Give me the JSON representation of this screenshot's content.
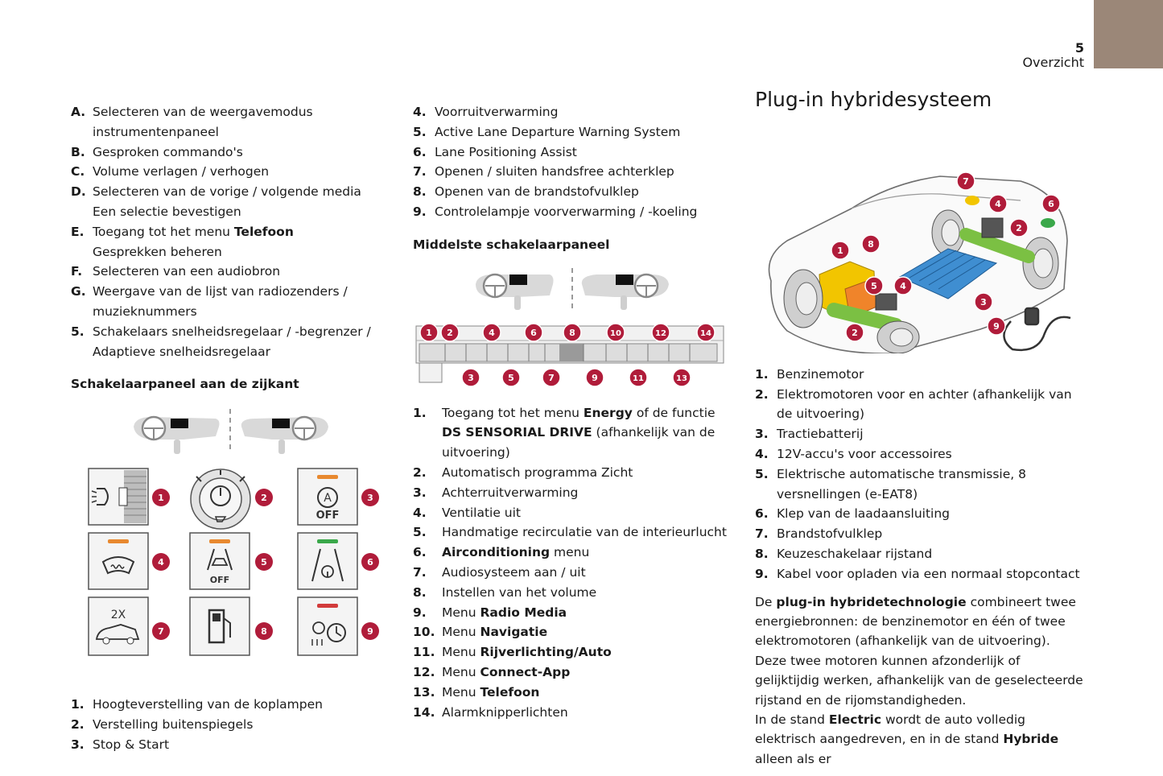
{
  "header": {
    "page_number": "5",
    "section": "Overzicht"
  },
  "col1": {
    "items": [
      {
        "num": "A.",
        "lines": [
          "Selecteren van de weergavemodus",
          "instrumentenpaneel"
        ]
      },
      {
        "num": "B.",
        "lines": [
          "Gesproken commando's"
        ]
      },
      {
        "num": "C.",
        "lines": [
          "Volume verlagen / verhogen"
        ]
      },
      {
        "num": "D.",
        "lines": [
          "Selecteren van de vorige / volgende media",
          "Een selectie bevestigen"
        ]
      },
      {
        "num": "E.",
        "pre": "Toegang tot het menu ",
        "bold": "Telefoon",
        "lines2": "Gesprekken beheren"
      },
      {
        "num": "F.",
        "lines": [
          "Selecteren van een audiobron"
        ]
      },
      {
        "num": "G.",
        "lines": [
          "Weergave van de lijst van radiozenders /",
          "muzieknummers"
        ]
      },
      {
        "num": "5.",
        "lines": [
          "Schakelaars snelheidsregelaar / -begrenzer /",
          "Adaptieve snelheidsregelaar"
        ]
      }
    ],
    "subheading": "Schakelaarpaneel aan de zijkant",
    "switch_icons": [
      {
        "n": "1",
        "icon": "headlamp-height-icon"
      },
      {
        "n": "2",
        "icon": "mirror-adjust-icon"
      },
      {
        "n": "3",
        "icon": "stop-start-off-icon",
        "label": "OFF",
        "led": "#e8892f"
      },
      {
        "n": "4",
        "icon": "windscreen-heating-icon",
        "led": "#e8892f"
      },
      {
        "n": "5",
        "icon": "lane-departure-off-icon",
        "label": "OFF",
        "led": "#e8892f"
      },
      {
        "n": "6",
        "icon": "lane-positioning-icon",
        "led": "#3aa84a"
      },
      {
        "n": "7",
        "icon": "tailgate-icon",
        "label": "2X"
      },
      {
        "n": "8",
        "icon": "fuel-flap-icon"
      },
      {
        "n": "9",
        "icon": "preconditioning-icon",
        "led": "#d23b3b"
      }
    ],
    "bottom_items": [
      {
        "num": "1.",
        "text": "Hoogteverstelling van de koplampen"
      },
      {
        "num": "2.",
        "text": "Verstelling buitenspiegels"
      },
      {
        "num": "3.",
        "text": "Stop & Start"
      }
    ]
  },
  "col2": {
    "items": [
      {
        "num": "4.",
        "text": "Voorruitverwarming"
      },
      {
        "num": "5.",
        "text": "Active Lane Departure Warning System"
      },
      {
        "num": "6.",
        "text": "Lane Positioning Assist"
      },
      {
        "num": "7.",
        "text": "Openen / sluiten handsfree achterklep"
      },
      {
        "num": "8.",
        "text": "Openen van de brandstofvulklep"
      },
      {
        "num": "9.",
        "text": "Controlelampje voorverwarming / -koeling"
      }
    ],
    "subheading": "Middelste schakelaarpaneel",
    "panel_top_numbers": [
      "1",
      "2",
      "4",
      "6",
      "8",
      "10",
      "12",
      "14"
    ],
    "panel_bottom_numbers": [
      "3",
      "5",
      "7",
      "9",
      "11",
      "13"
    ],
    "list": [
      {
        "num": "1.",
        "pre": "Toegang tot het menu ",
        "bold": "Energy",
        "post": " of de functie ",
        "bold2": "DS SENSORIAL DRIVE",
        "post2": " (afhankelijk van de uitvoering)"
      },
      {
        "num": "2.",
        "pre": "Automatisch programma Zicht"
      },
      {
        "num": "3.",
        "pre": "Achterruitverwarming"
      },
      {
        "num": "4.",
        "pre": "Ventilatie uit"
      },
      {
        "num": "5.",
        "pre": "Handmatige recirculatie van de interieurlucht"
      },
      {
        "num": "6.",
        "pre": "",
        "bold": "Airconditioning",
        "post": " menu"
      },
      {
        "num": "7.",
        "pre": "Audiosysteem aan / uit"
      },
      {
        "num": "8.",
        "pre": "Instellen van het volume"
      },
      {
        "num": "9.",
        "pre": "Menu ",
        "bold": "Radio Media"
      },
      {
        "num": "10.",
        "pre": "Menu ",
        "bold": "Navigatie"
      },
      {
        "num": "11.",
        "pre": "Menu ",
        "bold": "Rijverlichting/Auto"
      },
      {
        "num": "12.",
        "pre": "Menu ",
        "bold": "Connect-App"
      },
      {
        "num": "13.",
        "pre": "Menu ",
        "bold": "Telefoon"
      },
      {
        "num": "14.",
        "pre": "Alarmknipperlichten"
      }
    ]
  },
  "col3": {
    "title": "Plug-in hybridesysteem",
    "car_badges": [
      "1",
      "2",
      "2",
      "3",
      "4",
      "4",
      "5",
      "6",
      "7",
      "8",
      "9"
    ],
    "items": [
      {
        "num": "1.",
        "text": "Benzinemotor"
      },
      {
        "num": "2.",
        "text": "Elektromotoren voor en achter (afhankelijk van de uitvoering)"
      },
      {
        "num": "3.",
        "text": "Tractiebatterij"
      },
      {
        "num": "4.",
        "text": "12V-accu's voor accessoires"
      },
      {
        "num": "5.",
        "text": "Elektrische automatische transmissie, 8 versnellingen (e-EAT8)"
      },
      {
        "num": "6.",
        "text": "Klep van de laadaansluiting"
      },
      {
        "num": "7.",
        "text": "Brandstofvulklep"
      },
      {
        "num": "8.",
        "text": "Keuzeschakelaar rijstand"
      },
      {
        "num": "9.",
        "text": "Kabel voor opladen via een normaal stopcontact"
      }
    ],
    "para1_a": "De ",
    "para1_b": "plug-in hybridetechnologie",
    "para1_c": " combineert twee energiebronnen: de benzinemotor en één of twee elektromotoren (afhankelijk van de uitvoering).",
    "para2": "Deze twee motoren kunnen afzonderlijk of gelijktijdig werken, afhankelijk van de geselecteerde rijstand en de rijomstandigheden.",
    "para3_a": "In de stand ",
    "para3_b": "Electric",
    "para3_c": " wordt de auto volledig elektrisch aangedreven, en in de stand ",
    "para3_d": "Hybride",
    "para3_e": " alleen als er"
  }
}
